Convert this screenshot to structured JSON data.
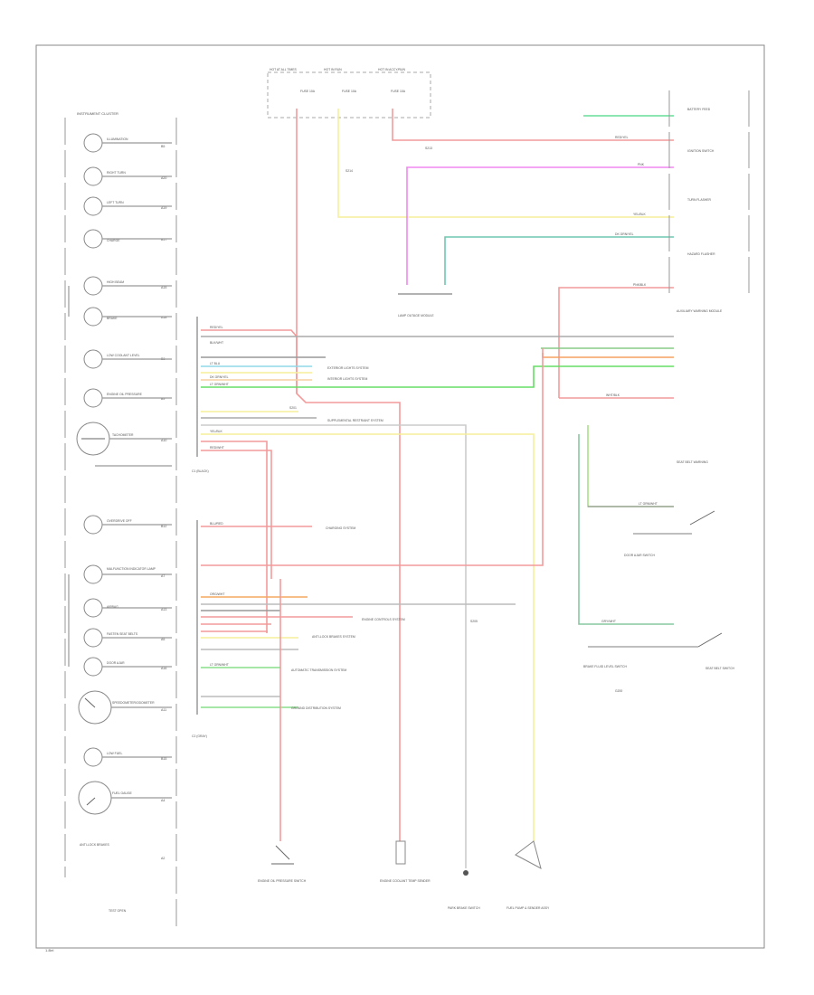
{
  "diagram": {
    "title_cluster": "INSTRUMENT CLUSTER",
    "page_code": "1-Bel",
    "fuses": {
      "hot_at_all_times": "HOT AT ALL TIMES",
      "hot_in_run": "HOT IN RUN",
      "hot_in_accy": "HOT IN ACCY/RUN",
      "fuse_a": "FUSE 10A",
      "fuse_b": "FUSE 10A",
      "fuse_c": "FUSE 10A"
    },
    "cluster_items": [
      {
        "name": "ILLUMINATION",
        "pin": "B5"
      },
      {
        "name": "RIGHT TURN",
        "pin": "A20"
      },
      {
        "name": "LEFT TURN",
        "pin": "A19"
      },
      {
        "name": "CHARGE",
        "pin": "B17"
      },
      {
        "name": "HIGH BEAM",
        "pin": "A15"
      },
      {
        "name": "BRAKE",
        "pin": "A18"
      },
      {
        "name": "LOW COOLANT LEVEL",
        "pin": "B3"
      },
      {
        "name": "ENGINE OIL PRESSURE",
        "pin": "B9"
      },
      {
        "name": "TACHOMETER",
        "pin": "A10"
      },
      {
        "name": "OVERDRIVE OFF",
        "pin": "B12"
      },
      {
        "name": "MALFUNCTION INDICATOR LAMP",
        "pin": "A7"
      },
      {
        "name": "AIRBAG",
        "pin": "A13"
      },
      {
        "name": "FASTEN SEAT BELTS",
        "pin": "A5"
      },
      {
        "name": "DOOR AJAR",
        "pin": "A16"
      },
      {
        "name": "SPEEDOMETER/ODOMETER",
        "pin": "A11"
      },
      {
        "name": "LOW FUEL",
        "pin": "B15"
      },
      {
        "name": "FUEL GAUGE",
        "pin": "A4"
      },
      {
        "name": "ANTI-LOCK BRAKES",
        "pin": "A2"
      }
    ],
    "connectors": {
      "c1": "C1 (BLACK)",
      "c2": "C2 (GRAY)"
    },
    "wire_colors": [
      "RED/YEL",
      "BLU/RED",
      "PNK",
      "WHT/BLK",
      "DK GRN/YEL",
      "PNK/BLK",
      "LT GRN/WHT",
      "GRY/WHT",
      "BLK/WHT",
      "YEL/BLK",
      "ORG/WHT",
      "LT BLU",
      "RED/WHT"
    ],
    "systems": {
      "charging": "CHARGING SYSTEM",
      "exterior_lights": "EXTERIOR LIGHTS SYSTEM",
      "interior_lights": "INTERIOR LIGHTS SYSTEM",
      "supplemental_restraint": "SUPPLEMENTAL RESTRAINT SYSTEM",
      "engine_controls": "ENGINE CONTROLS SYSTEM",
      "anti_lock": "ANTI-LOCK BRAKES SYSTEM",
      "ground_dist": "GROUND DISTRIBUTION SYSTEM",
      "transmission": "AUTOMATIC TRANSMISSION SYSTEM"
    },
    "right_components": {
      "battery": "BATTERY FEED",
      "ignition_switch": "IGNITION SWITCH",
      "turn_flasher": "TURN FLASHER",
      "hazard": "HAZARD FLASHER",
      "lamp_outage": "LAMP OUTAGE MODULE",
      "aux_warning": "AUXILIARY WARNING MODULE",
      "seatbelt_module": "SEAT BELT WARNING",
      "seatbelt_switch": "SEAT BELT SWITCH",
      "door_ajar_switch": "DOOR AJAR SWITCH",
      "brake_fluid_switch": "BRAKE FLUID LEVEL SWITCH"
    },
    "bottom_components": {
      "oil_pressure": "ENGINE OIL PRESSURE SWITCH",
      "coolant": "ENGINE COOLANT TEMP SENDER",
      "park_brake": "PARK BRAKE SWITCH",
      "fuel_sender": "FUEL PUMP & SENDER ASSY",
      "test": "TEST OPEN",
      "ground": "G200"
    },
    "splices": {
      "s1": "S213",
      "s2": "S214",
      "s3": "S201",
      "s4": "S205"
    }
  }
}
